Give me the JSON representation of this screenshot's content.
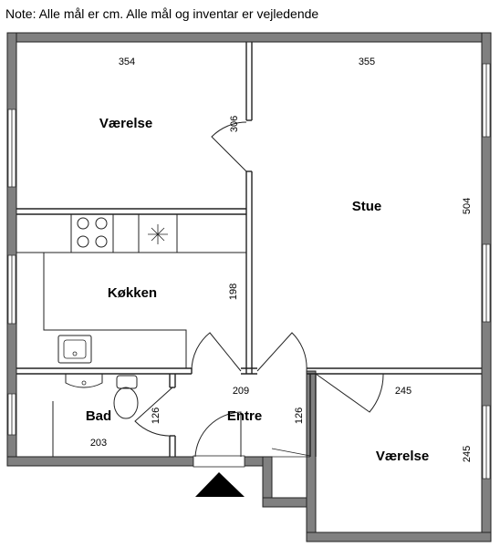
{
  "note": "Note: Alle mål er cm. Alle mål og inventar er vejledende",
  "rooms": {
    "bedroom_1": {
      "label": "Værelse",
      "width": "354",
      "depth": "306"
    },
    "living": {
      "label": "Stue",
      "width": "355",
      "depth": "504"
    },
    "kitchen": {
      "label": "Køkken",
      "depth": "198"
    },
    "bathroom": {
      "label": "Bad",
      "width": "203",
      "depth": "126"
    },
    "entrance": {
      "label": "Entre",
      "width": "209",
      "depth": "126"
    },
    "bedroom_2": {
      "label": "Værelse",
      "width": "245",
      "depth": "245"
    }
  },
  "icons": {
    "entrance_marker": "entrance-arrow-icon",
    "stove": "stove-icon",
    "fan": "extractor-fan-icon",
    "sink": "kitchen-sink-icon",
    "washbasin": "washbasin-icon",
    "toilet": "toilet-icon"
  },
  "colors": {
    "wall": "#808080",
    "outline": "#222222",
    "background": "#ffffff"
  }
}
